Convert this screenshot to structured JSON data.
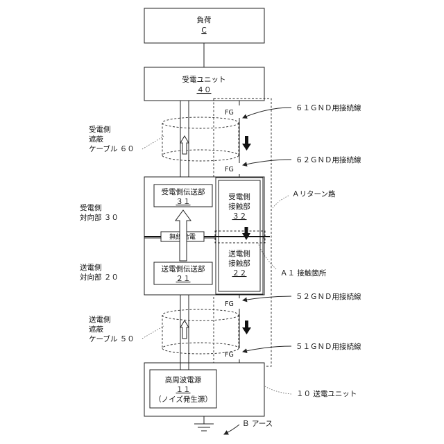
{
  "diagram": {
    "load": {
      "title": "負荷",
      "code": "C"
    },
    "receiving_unit": {
      "title": "受電ユニット",
      "code": "４０"
    },
    "rx_transmission": {
      "title": "受電側伝送部",
      "code": "３１"
    },
    "rx_contact": {
      "line1": "受電側",
      "line2": "接触部",
      "code": "３２"
    },
    "wireless": {
      "label": "無線給電"
    },
    "tx_transmission": {
      "title": "送電側伝送部",
      "code": "２１"
    },
    "tx_contact": {
      "line1": "送電側",
      "line2": "接触部",
      "code": "２２"
    },
    "hf_source": {
      "title": "高周波電源",
      "code": "１１",
      "note": "（ノイズ発生源）"
    },
    "fg_labels": [
      "FG",
      "FG",
      "FG",
      "FG"
    ],
    "left_labels": {
      "rx_cable": [
        "受電側",
        "遮蔽",
        "ケーブル ６０"
      ],
      "rx_facing": [
        "受電側",
        "対向部 ３０"
      ],
      "tx_facing": [
        "送電側",
        "対向部 ２０"
      ],
      "tx_cable": [
        "送電側",
        "遮蔽",
        "ケーブル ５０"
      ]
    },
    "right_labels": {
      "gnd61": "６１ＧＮＤ用接続線",
      "gnd62": "６２ＧＮＤ用接続線",
      "return_a": "Ａリターン路",
      "contact_a1": "Ａ１ 接触箇所",
      "gnd52": "５２ＧＮＤ用接続線",
      "gnd51": "５１ＧＮＤ用接続線",
      "tx_unit": "１０ 送電ユニット",
      "earth": "Ｂ アース"
    }
  }
}
